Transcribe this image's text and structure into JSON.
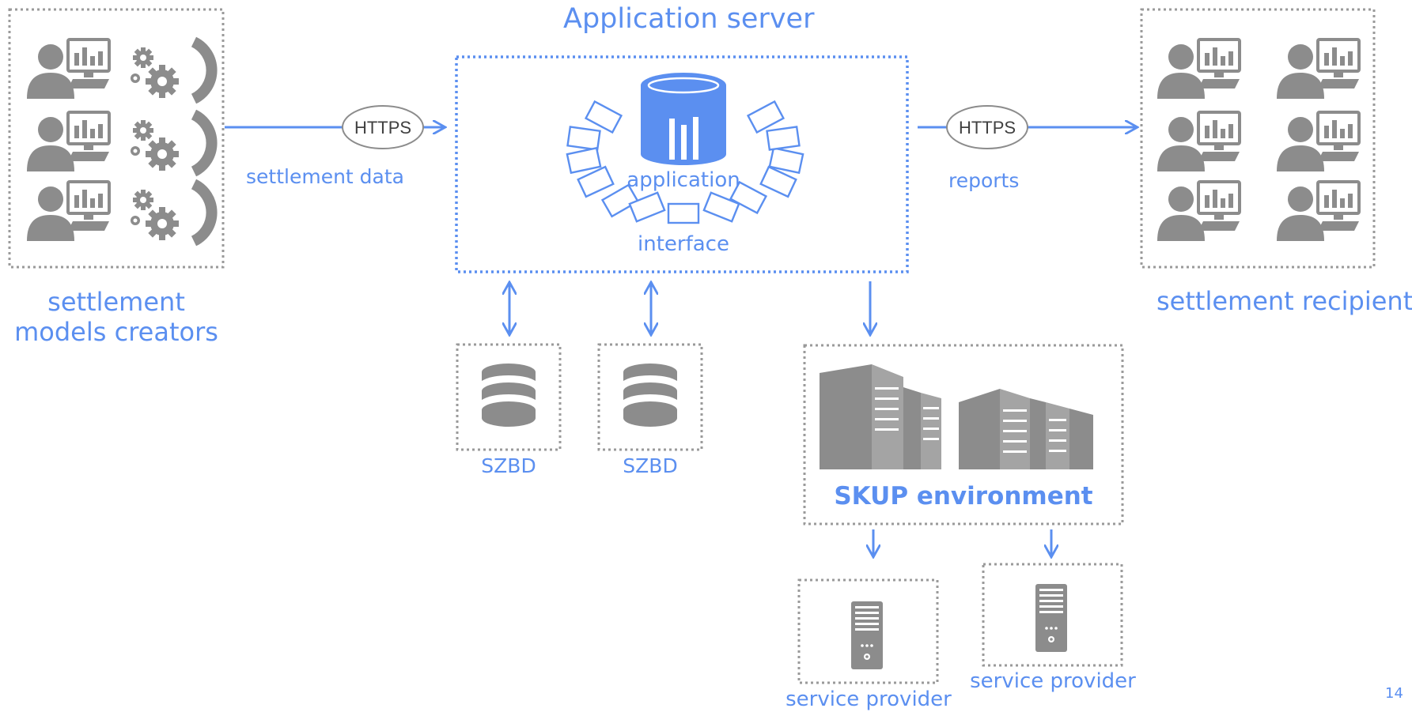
{
  "diagram": {
    "title": "Application server",
    "app_label_1": "application",
    "app_label_2": "interface",
    "left_protocol": "HTTPS",
    "left_flow": "settlement data",
    "right_protocol": "HTTPS",
    "right_flow": "reports",
    "creators_line1": "settlement",
    "creators_line2": "models creators",
    "recipient": "settlement recipient",
    "db1": "SZBD",
    "db2": "SZBD",
    "skup": "SKUP environment",
    "provider1": "service provider",
    "provider2": "service provider",
    "page_number": "14"
  },
  "colors": {
    "accent": "#5b8ff0",
    "icon_gray": "#8c8c8c",
    "border_gray": "#9a9a9a"
  }
}
